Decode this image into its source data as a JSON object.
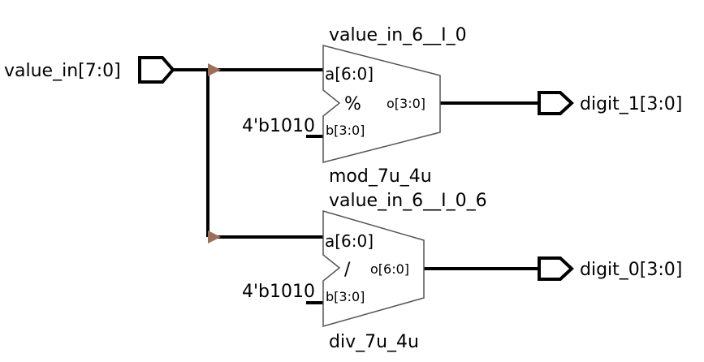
{
  "input_port": {
    "label": "value_in[7:0]"
  },
  "output_ports": [
    {
      "label": "digit_1[3:0]"
    },
    {
      "label": "digit_0[3:0]"
    }
  ],
  "cells": [
    {
      "instance_name": "value_in_6__I_0",
      "type_name": "mod_7u_4u",
      "operator": "%",
      "pin_a": "a[6:0]",
      "pin_b": "b[3:0]",
      "pin_o": "o[3:0]",
      "constant": "4'b1010"
    },
    {
      "instance_name": "value_in_6__I_0_6",
      "type_name": "div_7u_4u",
      "operator": "/",
      "pin_a": "a[6:0]",
      "pin_b": "b[3:0]",
      "pin_o": "o[6:0]",
      "constant": "4'b1010"
    }
  ],
  "colors": {
    "wire": "#000000",
    "bus_marker": "#9b6f5c",
    "cell_outline": "#555555"
  }
}
